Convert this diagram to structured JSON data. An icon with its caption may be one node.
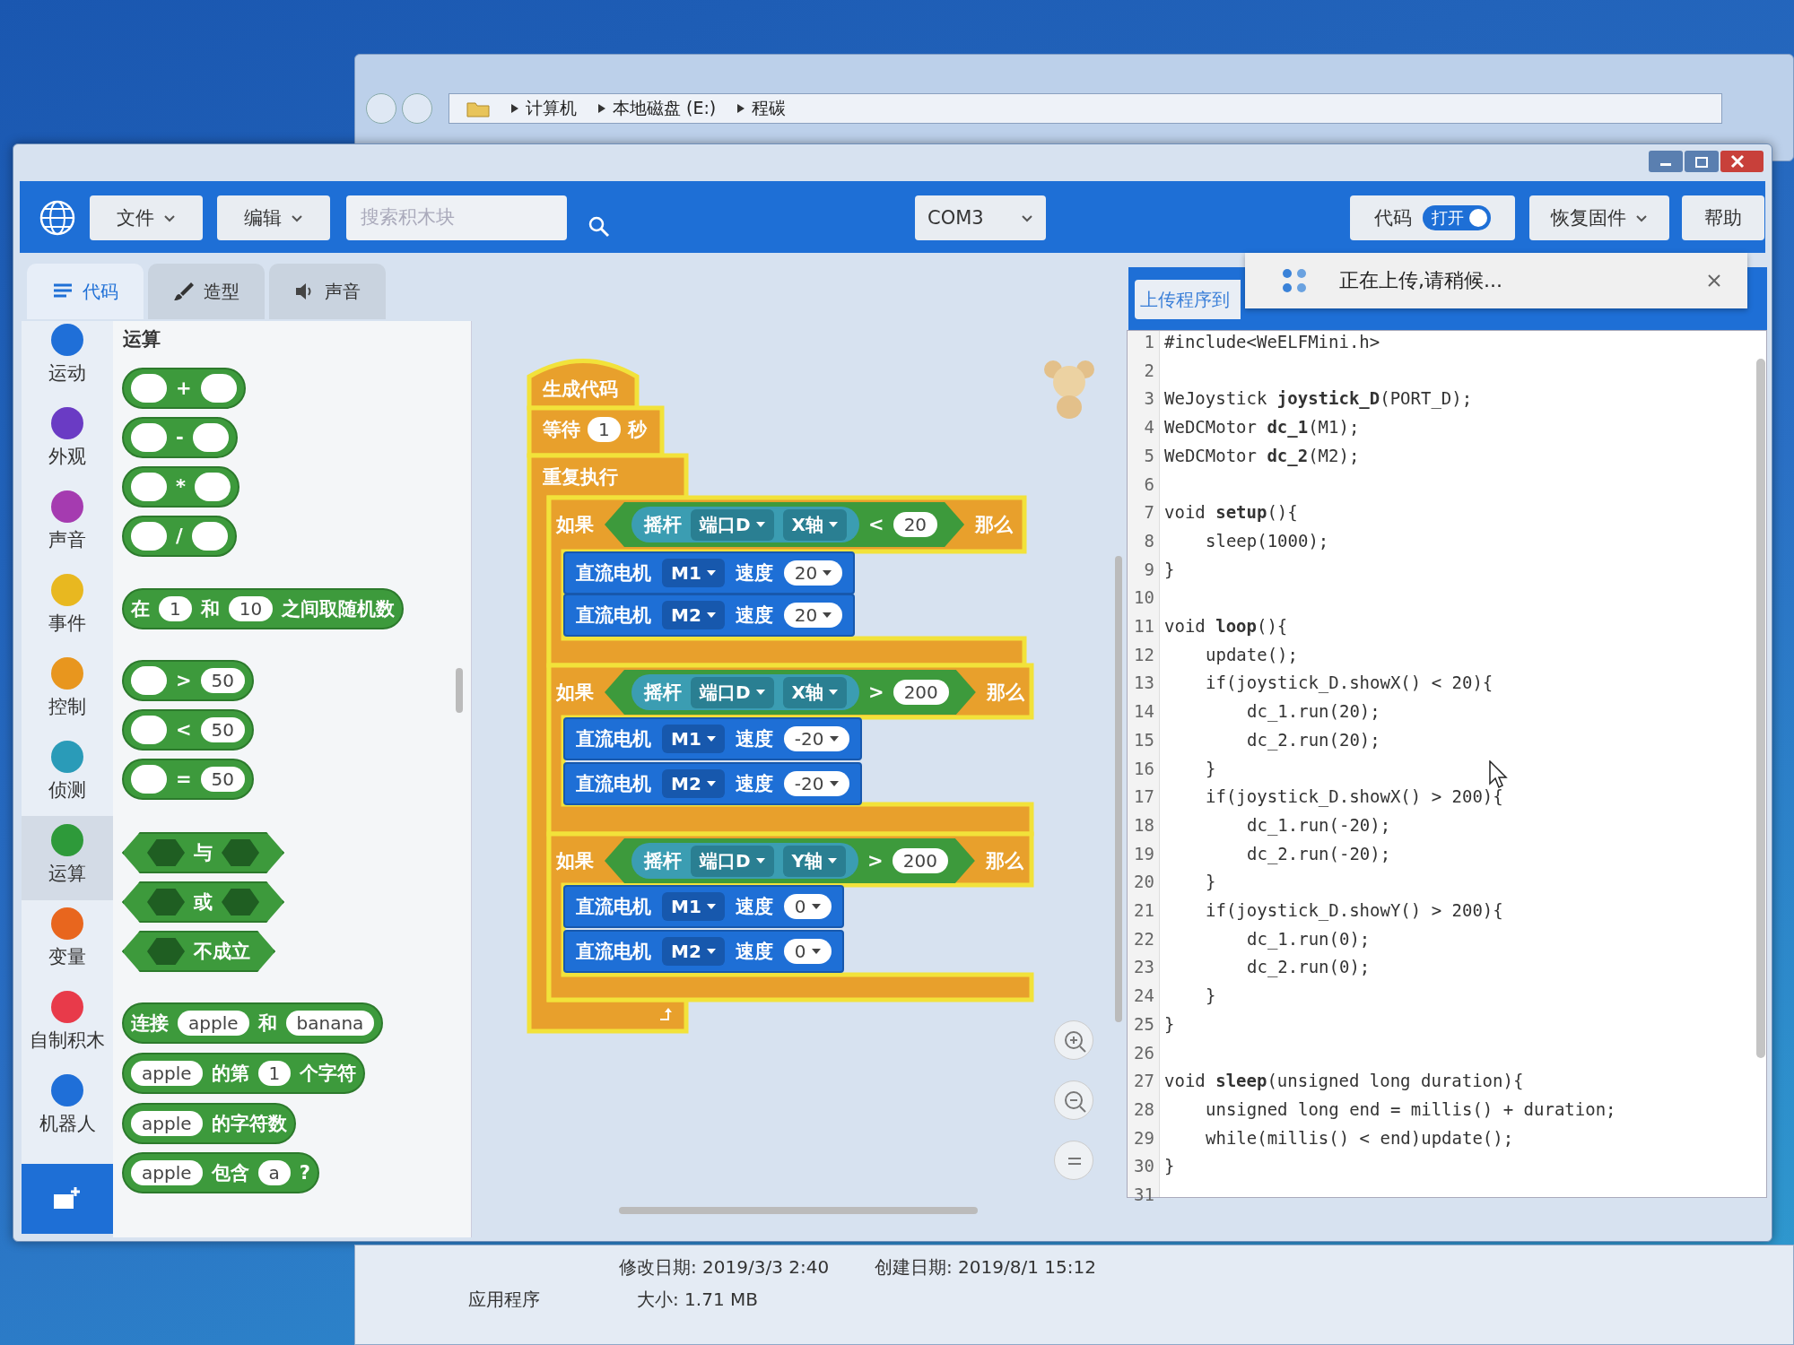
{
  "diagram": {
    "labels": [
      "计算机",
      "本地磁盘 (E:)",
      "程碳",
      "文件",
      "编辑",
      "搜索积木块",
      "COM3",
      "代码",
      "打开",
      "恢复固件",
      "帮助",
      "代码",
      "造型",
      "声音",
      "上传程序到",
      "正在上传,请稍候...",
      "运动",
      "外观",
      "声音",
      "事件",
      "控制",
      "侦测",
      "运算",
      "变量",
      "自制积木",
      "机器人",
      "运算",
      "+",
      "-",
      "*",
      "/",
      "在",
      "1",
      "和",
      "10",
      "之间取随机数",
      ">",
      "50",
      "<",
      "50",
      "=",
      "50",
      "与",
      "或",
      "不成立",
      "连接",
      "apple",
      "和",
      "banana",
      "apple",
      "的第",
      "1",
      "个字符",
      "apple",
      "的字符数",
      "apple",
      "包含",
      "a",
      "?",
      "生成代码",
      "等待",
      "1",
      "秒",
      "重复执行",
      "如果",
      "摇杆",
      "端口D",
      "X轴",
      "<",
      "20",
      "那么",
      "直流电机",
      "M1",
      "速度",
      "20",
      "直流电机",
      "M2",
      "速度",
      "20",
      "如果",
      "摇杆",
      "端口D",
      "X轴",
      ">",
      "200",
      "那么",
      "直流电机",
      "M1",
      "速度",
      "-20",
      "直流电机",
      "M2",
      "速度",
      "-20",
      "如果",
      "摇杆",
      "端口D",
      "Y轴",
      ">",
      "200",
      "那么",
      "直流电机",
      "M1",
      "速度",
      "0",
      "直流电机",
      "M2",
      "速度",
      "0",
      "1",
      "#include<WeELFMini.h>",
      "2",
      "3",
      "WeJoystick **joystick_D**(PORT_D);",
      "4",
      "WeDCMotor **dc_1**(M1);",
      "5",
      "WeDCMotor **dc_2**(M2);",
      "6",
      "7",
      "void **setup**(){",
      "8",
      "sleep(1000);",
      "9",
      "}",
      "10",
      "11",
      "void **loop**(){",
      "12",
      "update();",
      "13",
      "if(joystick_D.showX() < 20){",
      "14",
      "dc_1.run(20);",
      "15",
      "dc_2.run(20);",
      "16",
      "}",
      "17",
      "if(joystick_D.showX() > 200){",
      "18",
      "dc_1.run(-20);",
      "19",
      "dc_2.run(-20);",
      "20",
      "}",
      "21",
      "if(joystick_D.showY() > 200){",
      "22",
      "dc_1.run(0);",
      "23",
      "dc_2.run(0);",
      "24",
      "}",
      "25",
      "}",
      "26",
      "27",
      "void **sleep**(unsigned long duration){",
      "28",
      "unsigned long end = millis() + duration;",
      "29",
      "while(millis() < end)update();",
      "30",
      "}",
      "31",
      "修改日期: 2019/3/3 2:40",
      "创建日期: 2019/8/1 15:12",
      "应用程序",
      "大小: 1.71 MB"
    ]
  }
}
